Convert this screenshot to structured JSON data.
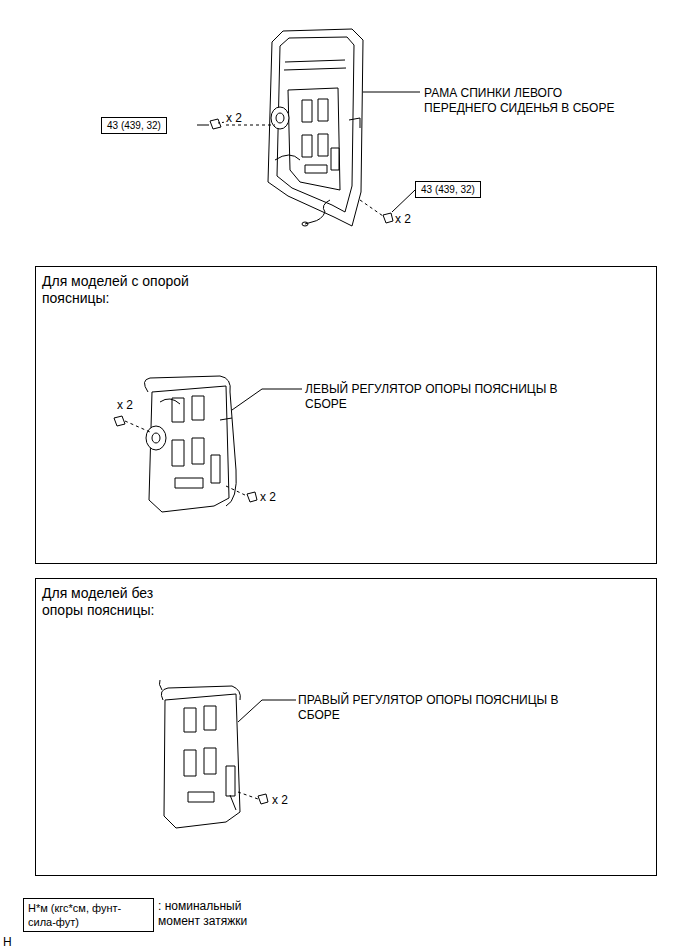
{
  "diagram": {
    "nodes": [
      {
        "text": [
          "43 (439, 32)"
        ]
      },
      {
        "text": [
          "43 (439, 32)"
        ]
      },
      {
        "text": [
          "Для моделей с опорой поясницы:"
        ]
      },
      {
        "text": [
          "Для моделей без опоры поясницы:"
        ]
      },
      {
        "text": [
          "Н*м (кгс*см, фунт-сила-фут)"
        ]
      }
    ],
    "labels": [
      "РАМА СПИНКИ ЛЕВОГО ПЕРЕДНЕГО СИДЕНЬЯ В СБОРЕ",
      "x 2",
      "x 2",
      "ЛЕВЫЙ РЕГУЛЯТОР ОПОРЫ ПОЯСНИЦЫ В СБОРЕ",
      "x 2",
      "x 2",
      "ПРАВЫЙ РЕГУЛЯТОР ОПОРЫ ПОЯСНИЦЫ В СБОРЕ",
      "x 2",
      ": номинальный момент затяжки",
      "H"
    ]
  }
}
